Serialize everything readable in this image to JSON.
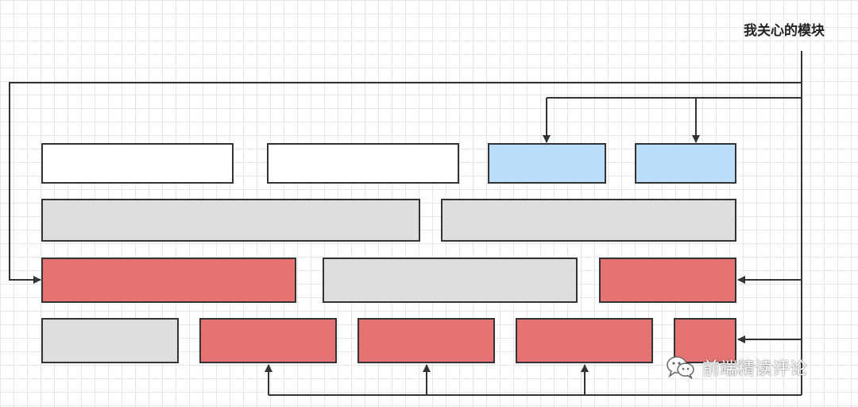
{
  "title": "我关心的模块",
  "watermark": {
    "text": "前端精读评论",
    "icon": "wechat-icon"
  },
  "colors": {
    "plain": "#ffffff",
    "highlight_blue": "#bbdefb",
    "neutral_gray": "#dedede",
    "focus_red": "#e57373",
    "stroke": "#333333"
  },
  "rows": [
    [
      "plain",
      "plain",
      "highlight_blue",
      "highlight_blue"
    ],
    [
      "neutral_gray",
      "neutral_gray"
    ],
    [
      "focus_red",
      "neutral_gray",
      "focus_red"
    ],
    [
      "neutral_gray",
      "focus_red",
      "focus_red",
      "focus_red",
      "focus_red"
    ]
  ]
}
